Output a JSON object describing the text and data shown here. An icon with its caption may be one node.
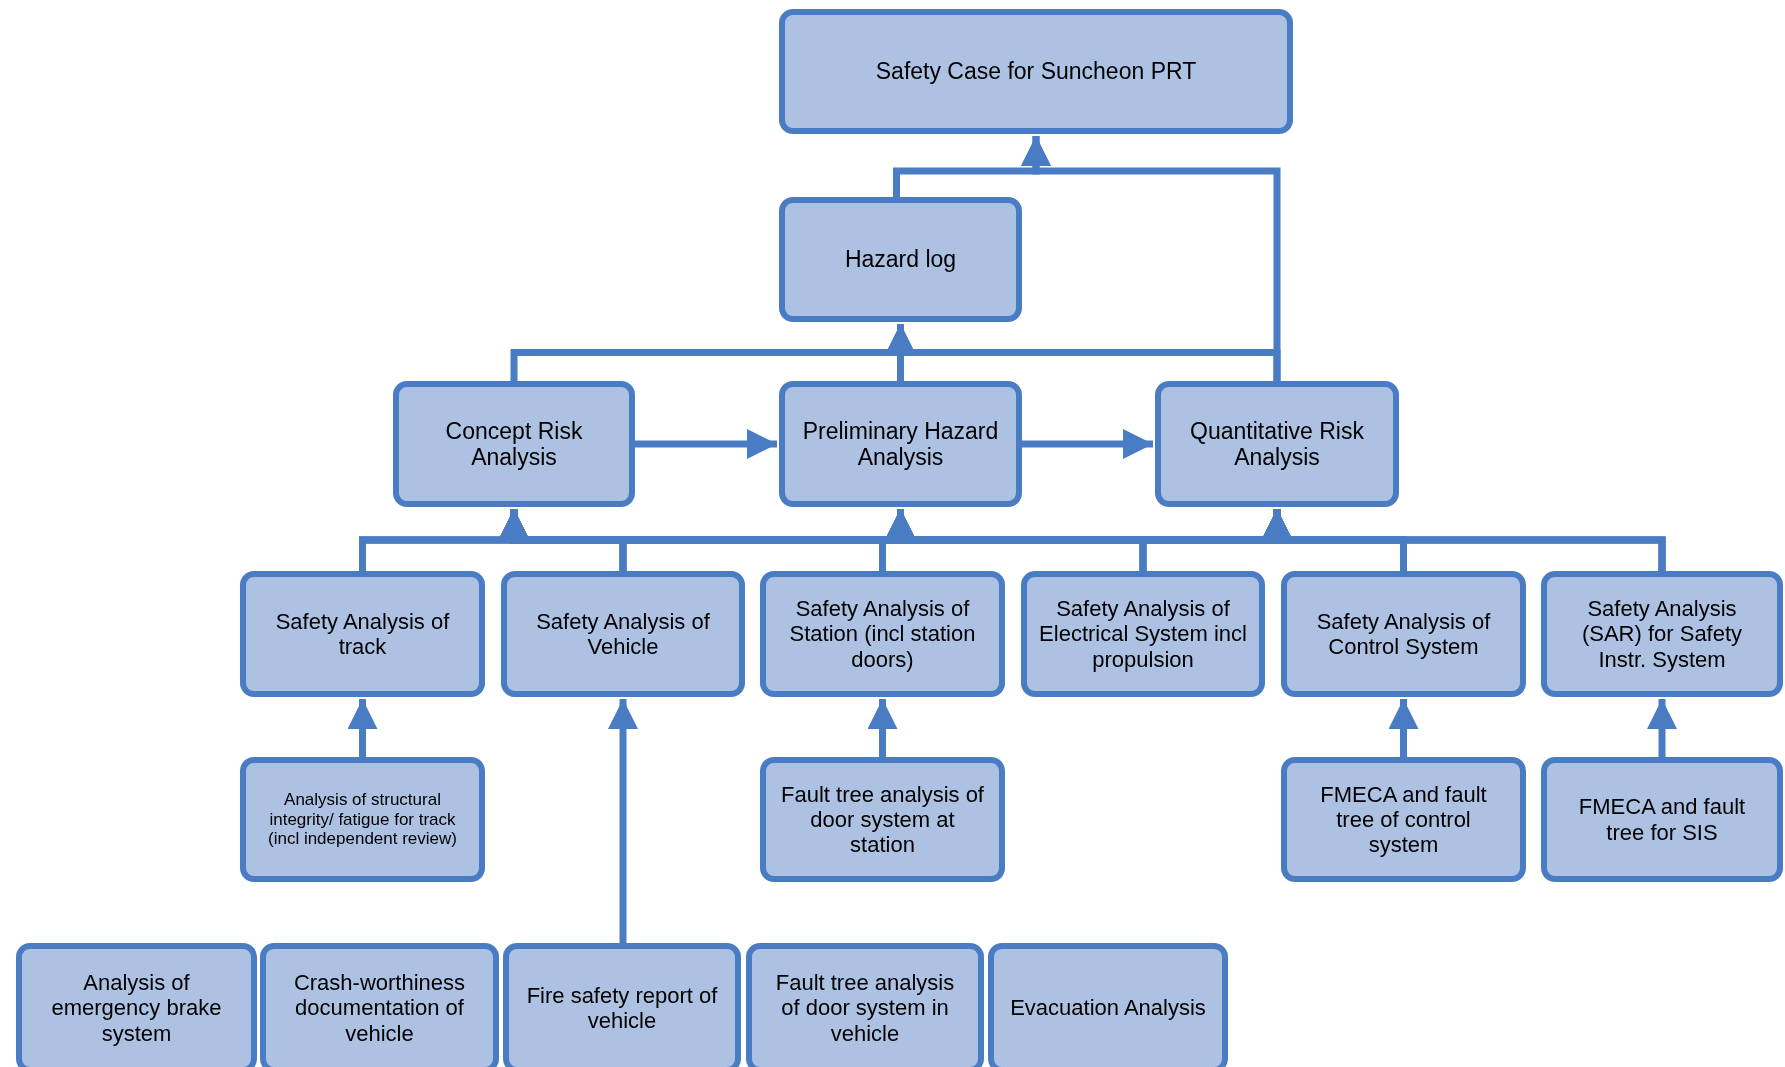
{
  "diagram": {
    "nodes": [
      {
        "text": [
          "Safety Case for Suncheon PRT"
        ]
      },
      {
        "text": [
          "Hazard log"
        ]
      },
      {
        "text": [
          "Concept Risk Analysis"
        ]
      },
      {
        "text": [
          "Preliminary Hazard Analysis"
        ]
      },
      {
        "text": [
          "Quantitative Risk Analysis"
        ]
      },
      {
        "text": [
          "Safety Analysis of track"
        ]
      },
      {
        "text": [
          "Safety Analysis of Vehicle"
        ]
      },
      {
        "text": [
          "Safety Analysis of Station (incl station doors)"
        ]
      },
      {
        "text": [
          "Safety Analysis of Electrical System incl propulsion"
        ]
      },
      {
        "text": [
          "Safety Analysis of Control System"
        ]
      },
      {
        "text": [
          "Safety Analysis (SAR) for Safety Instr. System"
        ]
      },
      {
        "text": [
          "Analysis of structural integrity/ fatigue for track (incl independent review)"
        ]
      },
      {
        "text": [
          "Fault tree analysis of door system at station"
        ]
      },
      {
        "text": [
          "FMECA and fault tree of control system"
        ]
      },
      {
        "text": [
          "FMECA and fault tree for SIS"
        ]
      },
      {
        "text": [
          "Analysis of emergency brake system"
        ]
      },
      {
        "text": [
          "Crash-worthiness documentation of vehicle"
        ]
      },
      {
        "text": [
          "Fire safety report of vehicle"
        ]
      },
      {
        "text": [
          "Fault tree analysis of door system in vehicle"
        ]
      },
      {
        "text": [
          "Evacuation Analysis"
        ]
      }
    ],
    "edges": [
      {
        "from": 1,
        "to": 0,
        "arrow": "to"
      },
      {
        "from": 4,
        "to": 0,
        "arrow": "to"
      },
      {
        "from": 2,
        "to": 1,
        "arrow": "to"
      },
      {
        "from": 3,
        "to": 1,
        "arrow": "to"
      },
      {
        "from": 4,
        "to": 1,
        "arrow": "to"
      },
      {
        "from": 2,
        "to": 3,
        "arrow": "to"
      },
      {
        "from": 3,
        "to": 4,
        "arrow": "to"
      },
      {
        "from": 5,
        "to": 2,
        "arrow": "to"
      },
      {
        "from": 5,
        "to": 3,
        "arrow": "to"
      },
      {
        "from": 5,
        "to": 4,
        "arrow": "to"
      },
      {
        "from": 6,
        "to": 2,
        "arrow": "to"
      },
      {
        "from": 6,
        "to": 3,
        "arrow": "to"
      },
      {
        "from": 6,
        "to": 4,
        "arrow": "to"
      },
      {
        "from": 7,
        "to": 2,
        "arrow": "to"
      },
      {
        "from": 7,
        "to": 3,
        "arrow": "to"
      },
      {
        "from": 7,
        "to": 4,
        "arrow": "to"
      },
      {
        "from": 8,
        "to": 2,
        "arrow": "to"
      },
      {
        "from": 8,
        "to": 3,
        "arrow": "to"
      },
      {
        "from": 8,
        "to": 4,
        "arrow": "to"
      },
      {
        "from": 9,
        "to": 2,
        "arrow": "to"
      },
      {
        "from": 9,
        "to": 3,
        "arrow": "to"
      },
      {
        "from": 9,
        "to": 4,
        "arrow": "to"
      },
      {
        "from": 10,
        "to": 2,
        "arrow": "to"
      },
      {
        "from": 10,
        "to": 3,
        "arrow": "to"
      },
      {
        "from": 10,
        "to": 4,
        "arrow": "to"
      },
      {
        "from": 11,
        "to": 5,
        "arrow": "to"
      },
      {
        "from": 12,
        "to": 7,
        "arrow": "to"
      },
      {
        "from": 13,
        "to": 9,
        "arrow": "to"
      },
      {
        "from": 14,
        "to": 10,
        "arrow": "to"
      },
      {
        "from": 17,
        "to": 6,
        "arrow": "to"
      }
    ]
  }
}
